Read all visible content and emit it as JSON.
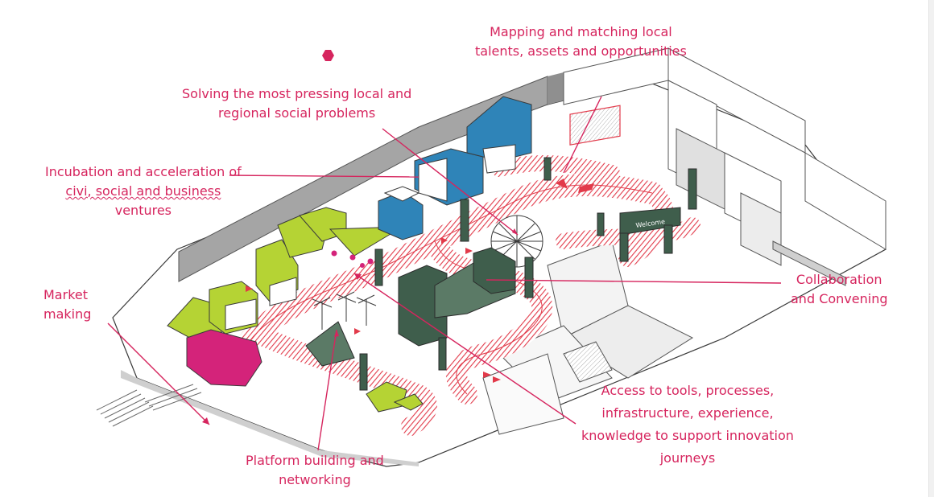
{
  "annotations": {
    "mapping": {
      "lines": [
        "Mapping and matching local",
        "talents, assets and opportunities"
      ]
    },
    "solving": {
      "lines": [
        "Solving the most pressing local and",
        "regional social problems"
      ]
    },
    "incubation": {
      "lines": [
        "Incubation and acceleration of",
        "civi, social and business",
        "ventures"
      ]
    },
    "market": {
      "lines": [
        "Market",
        "making"
      ]
    },
    "collaboration": {
      "lines": [
        "Collaboration",
        "and Convening"
      ]
    },
    "access": {
      "lines": [
        "Access to tools, processes,",
        "infrastructure, experience,",
        "knowledge to support innovation",
        "journeys"
      ]
    },
    "platform": {
      "lines": [
        "Platform building and",
        "networking"
      ]
    }
  },
  "sign_text": "Welcome",
  "colors": {
    "accent": "#d6255e",
    "path_red": "#e23a4a",
    "lime": "#b5d334",
    "blue": "#2f84b8",
    "magenta": "#d4237a",
    "dark_green": "#3f5e4c",
    "wall_gray": "#9a9a9a"
  }
}
